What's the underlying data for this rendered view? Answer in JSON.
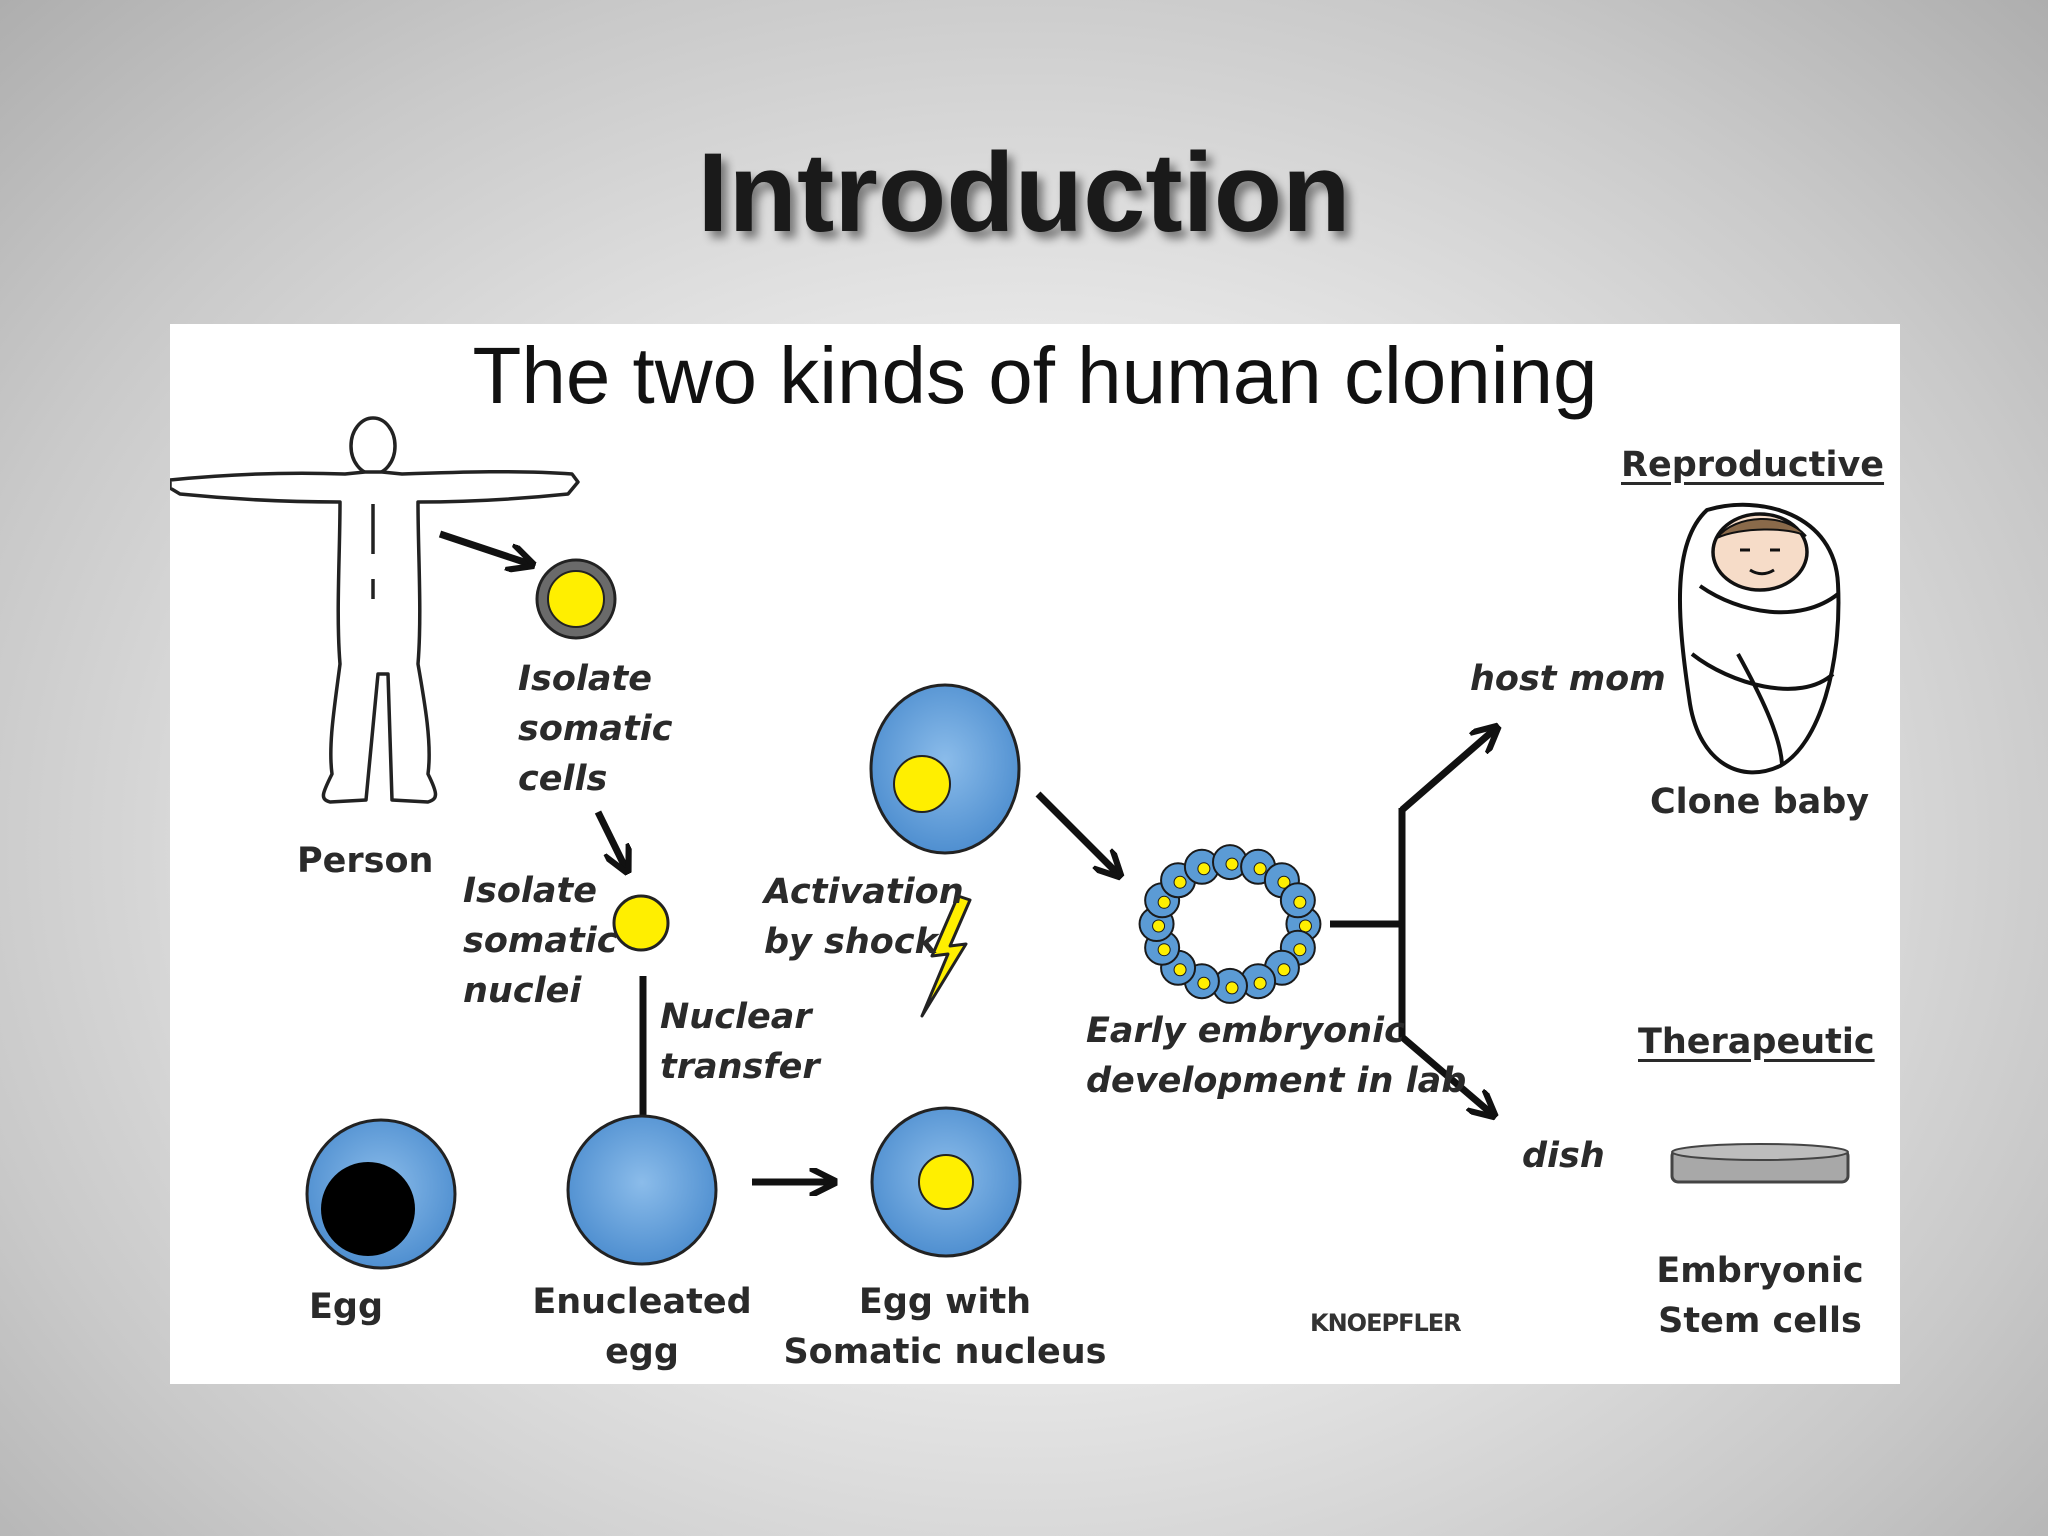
{
  "slide": {
    "title": "Introduction"
  },
  "figure": {
    "title": "The two kinds of human cloning",
    "labels": {
      "person": "Person",
      "isolate_cells": "Isolate\nsomatic\ncells",
      "isolate_nuclei": "Isolate\nsomatic\nnuclei",
      "nuclear_transfer": "Nuclear\ntransfer",
      "activation": "Activation\nby shock",
      "early_embryo": "Early embryonic\ndevelopment in lab",
      "host_mom": "host mom",
      "dish": "dish",
      "reproductive": "Reproductive",
      "therapeutic": "Therapeutic",
      "clone_baby": "Clone baby",
      "stem_cells": "Embryonic\nStem cells",
      "egg": "Egg",
      "enucleated_egg": "Enucleated\negg",
      "egg_with_nucleus": "Egg with\nSomatic nucleus",
      "credit": "KNOEPFLER"
    },
    "colors": {
      "cell_blue": "#5b9bd5",
      "nucleus_yellow": "#ffef00",
      "outline": "#1a1a1a",
      "dish_gray": "#a8a8a8"
    },
    "icons": [
      "person-outline",
      "swaddled-baby",
      "petri-dish",
      "lightning-bolt",
      "embryo-cluster"
    ]
  }
}
